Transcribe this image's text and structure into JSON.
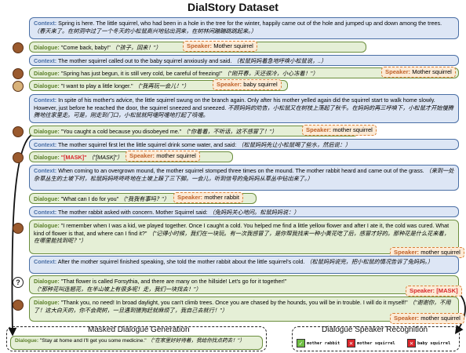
{
  "title": "DialStory Dataset",
  "context_label": "Context:",
  "dialogue_label": "Dialogue:",
  "speaker_label": "Speaker:",
  "turns": [
    {
      "text": "Spring is here. The little squirrel, who had been in a hole in the tree for the winter, happily came out of the hole and jumped up and down among the trees.",
      "zh": "（春天来了。在树洞中过了一个冬天的小松鼠高兴地钻出洞来，在树林间蹦蹦跳跳起来。）"
    },
    {
      "text": "\"Come back, baby!\"",
      "zh": "（\"孩子，回来！\"）",
      "speaker": "Mother squirrel"
    },
    {
      "text": "The mother squirrel called out to the baby squirrel anxiously and said.",
      "zh": "（松鼠妈妈着急地呼唤小松鼠说，..）"
    },
    {
      "text": "\"Spring has just begun, it is still very cold, be careful of freezing!\"",
      "zh": "（\"刚开春，天还很冷，小心冻着！\"）",
      "speaker": "Mother squirrel"
    },
    {
      "text": "\"I want to play a little longer.\"",
      "zh": "（\"我再玩一会儿！\"）",
      "speaker": "baby squirrel"
    },
    {
      "text": "In spite of his mother's advice, the little squirrel swung on the branch again. Only after his mother yelled again did the squirrel start to walk home slowly. However, just before he reached the door, the squirrel sneezed and sneezed.",
      "zh": "不顾妈妈的劝告，小松鼠又在树枝上荡起了秋千。在妈妈的再三呼唤下，小松鼠才开始慢腾腾地往家里走。可是，刚走到门口，小松鼠就阿嚏阿嚏地打起了喷嚏。"
    },
    {
      "text": "\"You caught a cold because you disobeyed me.\"",
      "zh": "（\"你着着，不听话，这不感冒了！\"）",
      "speaker": "mother squirrel"
    },
    {
      "text": "The mother squirrel first let the little squirrel drink some water, and said:",
      "zh": "（松鼠妈妈先让小松鼠喝了些水，然后说：）"
    },
    {
      "text": "\"[MASK]\"",
      "zh": "（\"[MASK]\"）",
      "speaker": "mother squirrel"
    },
    {
      "text": "When coming to an overgrown mound, the mother squirrel stomped three times on the mound. The mother rabbit heard and came out of the grass.",
      "zh": "（来到一处杂草丛生的土坡下时，松鼠妈妈咚咚咚地在土坡上跺了三下脚。一会儿，听到信号的兔妈妈从草丛中钻出来了。）"
    },
    {
      "text": "\"What can I do for you\"",
      "zh": "（\"我我有事吗？\"）",
      "speaker": "mother rabbit"
    },
    {
      "text": "The mother rabbit asked with concern. Mother Squirrel said:",
      "zh": "（兔妈妈关心地问。松鼠妈妈说：）"
    },
    {
      "text": "\"I remember when I was a kid, we played together. Once I caught a cold. You helped me find a little yellow flower and after I ate it, the cold was cured. What kind of flower is that, and where can I find it?\"",
      "zh": "（\"记得小时候，我们在一块玩。有一次我感冒了，是你帮我找来一种小黄花吃了后，感冒才好的。那种花是什么花来着，在哪里能找到呢？\"）",
      "speaker": "mother squirrel"
    },
    {
      "text": "After the mother squirrel finished speaking, she told the mother rabbit about the little squirrel's cold.",
      "zh": "（松鼠妈妈说完，把小松鼠的情况告诉了兔妈妈。）"
    },
    {
      "text": "\"That flower is called Forsythia, and there are many on the hillside! Let's go for it together!\"",
      "zh": "（\"那种花叫连翘花，在半山坡上有很多呢！走，我们一块找去！\"）",
      "speaker": "[MASK]"
    },
    {
      "text": "\"Thank you, no need! In broad daylight, you can't climb trees. Once you are chased by the hounds, you will be in trouble. I will do it myself!\"",
      "zh": "（\"谢谢你，不用了！这大白天的，你不会爬树，一旦遇到猎狗赶就麻烦了，我自己去就行！\"）",
      "speaker": "mother squirrel"
    }
  ],
  "panels": {
    "generation": {
      "title": "Masked Dialogue Generation",
      "text": "\"Stay at home and I'll get you some medicine.\"",
      "zh": "（\"在家里好好待着，我给你找点药去！\"）"
    },
    "recognition": {
      "title": "Dialogue Speaker Recognition",
      "options": [
        "mother rabbit",
        "mother squirrel",
        "baby squirrel"
      ]
    }
  },
  "colors": {
    "context_border": "#4a6fa5",
    "dialogue_border": "#6b8e3e",
    "speaker_border": "#d9823b",
    "mask": "#d9262b"
  }
}
